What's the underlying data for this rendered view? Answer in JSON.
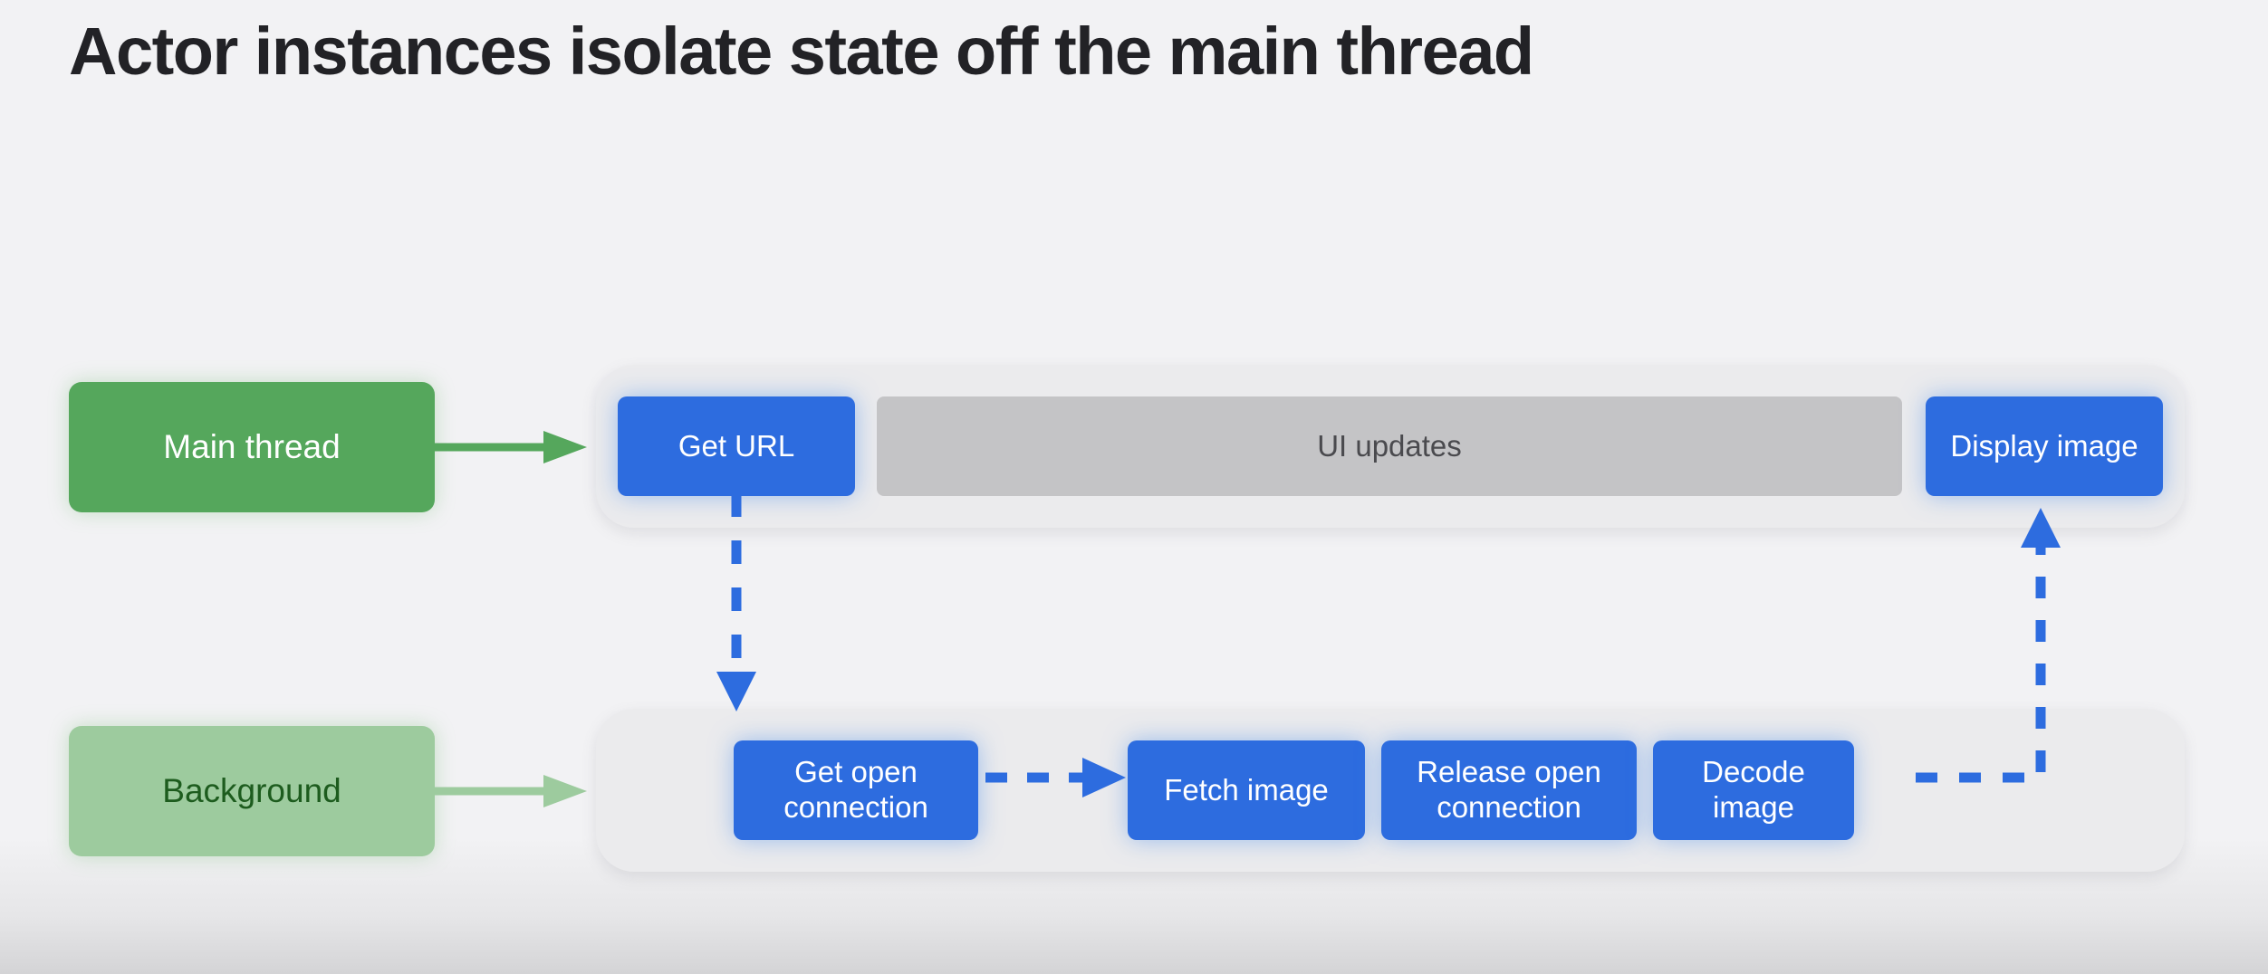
{
  "title": "Actor instances isolate state off the main thread",
  "colors": {
    "page_background": "#f2f2f4",
    "title_text": "#222226",
    "main_thread_green": "#55a75c",
    "background_green": "#9dcb9e",
    "background_green_text": "#1d5c1e",
    "task_blue": "#2d6cdf",
    "task_gray": "#c4c4c6",
    "track_gray": "#ebebed",
    "arrow_blue": "#2d6cdf",
    "arrow_green": "#55a75c"
  },
  "roles": [
    {
      "id": "main-thread",
      "label": "Main thread"
    },
    {
      "id": "background",
      "label": "Background"
    }
  ],
  "tracks": [
    {
      "id": "main-thread",
      "role_label": "Main thread",
      "tasks": [
        {
          "id": "get-url",
          "label": "Get URL",
          "kind": "blue"
        },
        {
          "id": "ui-updates",
          "label": "UI updates",
          "kind": "gray"
        },
        {
          "id": "display-image",
          "label": "Display image",
          "kind": "blue"
        }
      ]
    },
    {
      "id": "background",
      "role_label": "Background",
      "tasks": [
        {
          "id": "get-open-connection",
          "label": "Get open connection",
          "kind": "blue"
        },
        {
          "id": "fetch-image",
          "label": "Fetch image",
          "kind": "blue"
        },
        {
          "id": "release-open-connection",
          "label": "Release open connection",
          "kind": "blue"
        },
        {
          "id": "decode-image",
          "label": "Decode image",
          "kind": "blue"
        }
      ]
    }
  ],
  "connectors": [
    {
      "id": "main-thread-to-track",
      "style": "solid",
      "color": "#55a75c",
      "from": "Main thread",
      "to": "Get URL"
    },
    {
      "id": "background-to-track",
      "style": "solid",
      "color": "#9dcb9e",
      "from": "Background",
      "to": "Get open connection"
    },
    {
      "id": "get-url-to-get-open-connection",
      "style": "dashed",
      "color": "#2d6cdf",
      "from": "Get URL",
      "to": "Get open connection"
    },
    {
      "id": "get-open-connection-to-fetch-image",
      "style": "dashed",
      "color": "#2d6cdf",
      "from": "Get open connection",
      "to": "Fetch image"
    },
    {
      "id": "decode-image-to-display-image",
      "style": "dashed",
      "color": "#2d6cdf",
      "from": "Decode image",
      "to": "Display image"
    }
  ]
}
